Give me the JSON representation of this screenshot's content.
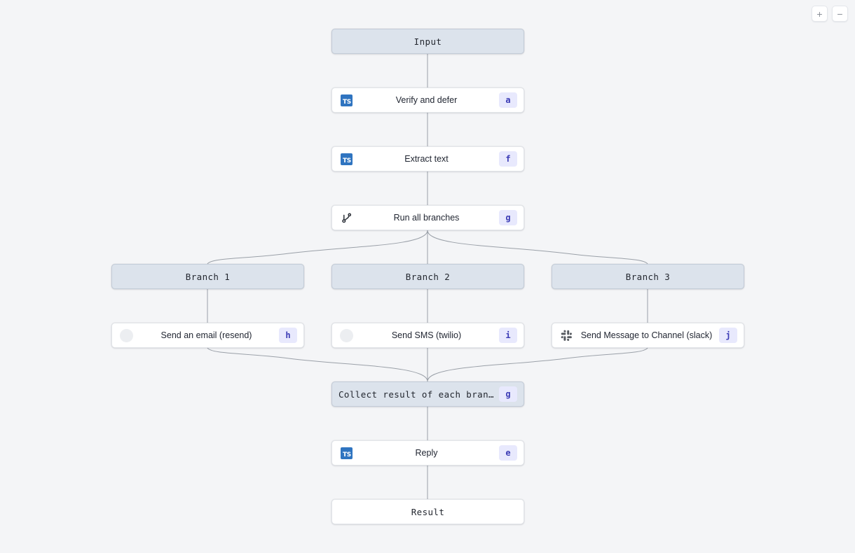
{
  "canvas": {
    "background": "#f4f5f7",
    "edge_color": "#9aa0a8"
  },
  "zoom_controls": {
    "zoom_in_label": "+",
    "zoom_out_label": "−"
  },
  "theme": {
    "plain_node_bg": "#dce3ec",
    "plain_node_border": "#c3ccd8",
    "card_node_bg": "#ffffff",
    "card_node_border": "#e3e6ea",
    "badge_bg": "#e8e9fd",
    "badge_text": "#3b3bb5",
    "ts_icon_bg": "#2f74c0",
    "slack_icon_color": "#55595f",
    "blob_icon_color": "#eceef1"
  },
  "nodes": {
    "input": {
      "label": "Input"
    },
    "verify": {
      "label": "Verify and defer",
      "badge": "a",
      "icon": "typescript-icon"
    },
    "extract": {
      "label": "Extract text",
      "badge": "f",
      "icon": "typescript-icon"
    },
    "run_branches": {
      "label": "Run all branches",
      "badge": "g",
      "icon": "branch-icon"
    },
    "branch1": {
      "label": "Branch 1"
    },
    "branch2": {
      "label": "Branch 2"
    },
    "branch3": {
      "label": "Branch 3"
    },
    "email": {
      "label": "Send an email (resend)",
      "badge": "h",
      "icon": "resend-icon"
    },
    "sms": {
      "label": "Send SMS (twilio)",
      "badge": "i",
      "icon": "twilio-icon"
    },
    "slack": {
      "label": "Send Message to Channel (slack)",
      "badge": "j",
      "icon": "slack-icon"
    },
    "collect": {
      "label": "Collect result of each branch",
      "badge": "g"
    },
    "reply": {
      "label": "Reply",
      "badge": "e",
      "icon": "typescript-icon"
    },
    "result": {
      "label": "Result"
    }
  }
}
